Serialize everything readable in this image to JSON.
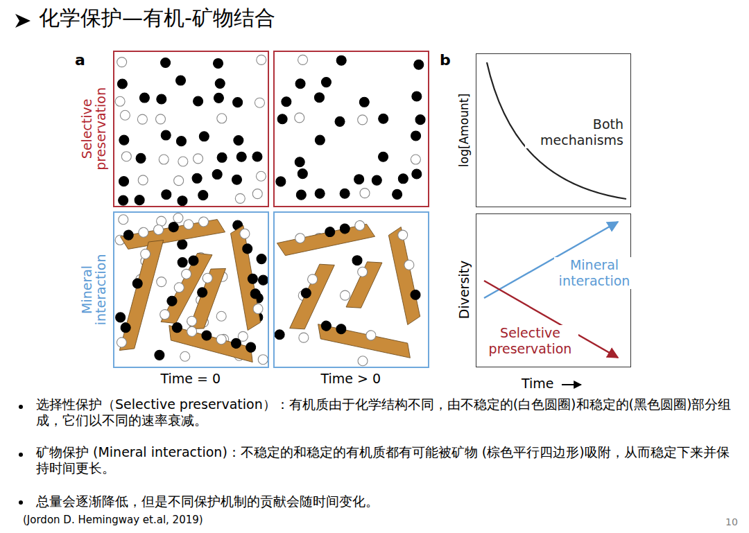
{
  "diagram": {
    "title": "化学保护—有机-矿物结合",
    "nodes": [
      {
        "text": [
          "Both mechanisms"
        ]
      },
      {
        "text": [
          "Mineral interaction",
          "Selective preservation"
        ]
      }
    ],
    "labels": [
      "a",
      "b",
      "Selective preservation",
      "Mineral interaction",
      "Time = 0",
      "Time > 0",
      "log[Amount]",
      "Diversity",
      "Time",
      "选择性保护（Selective preservation）：有机质由于化学结构不同，由不稳定的(白色圆圈)和稳定的(黑色圆圈)部分组成，它们以不同的速率衰减。",
      "矿物保护 (Mineral interaction)：不稳定的和稳定的有机质都有可能被矿物 (棕色平行四边形)吸附，从而稳定下来并保持时间更长。",
      "总量会逐渐降低，但是不同保护机制的贡献会随时间变化。",
      "(Jordon D. Hemingway et.al, 2019)",
      "10"
    ]
  }
}
